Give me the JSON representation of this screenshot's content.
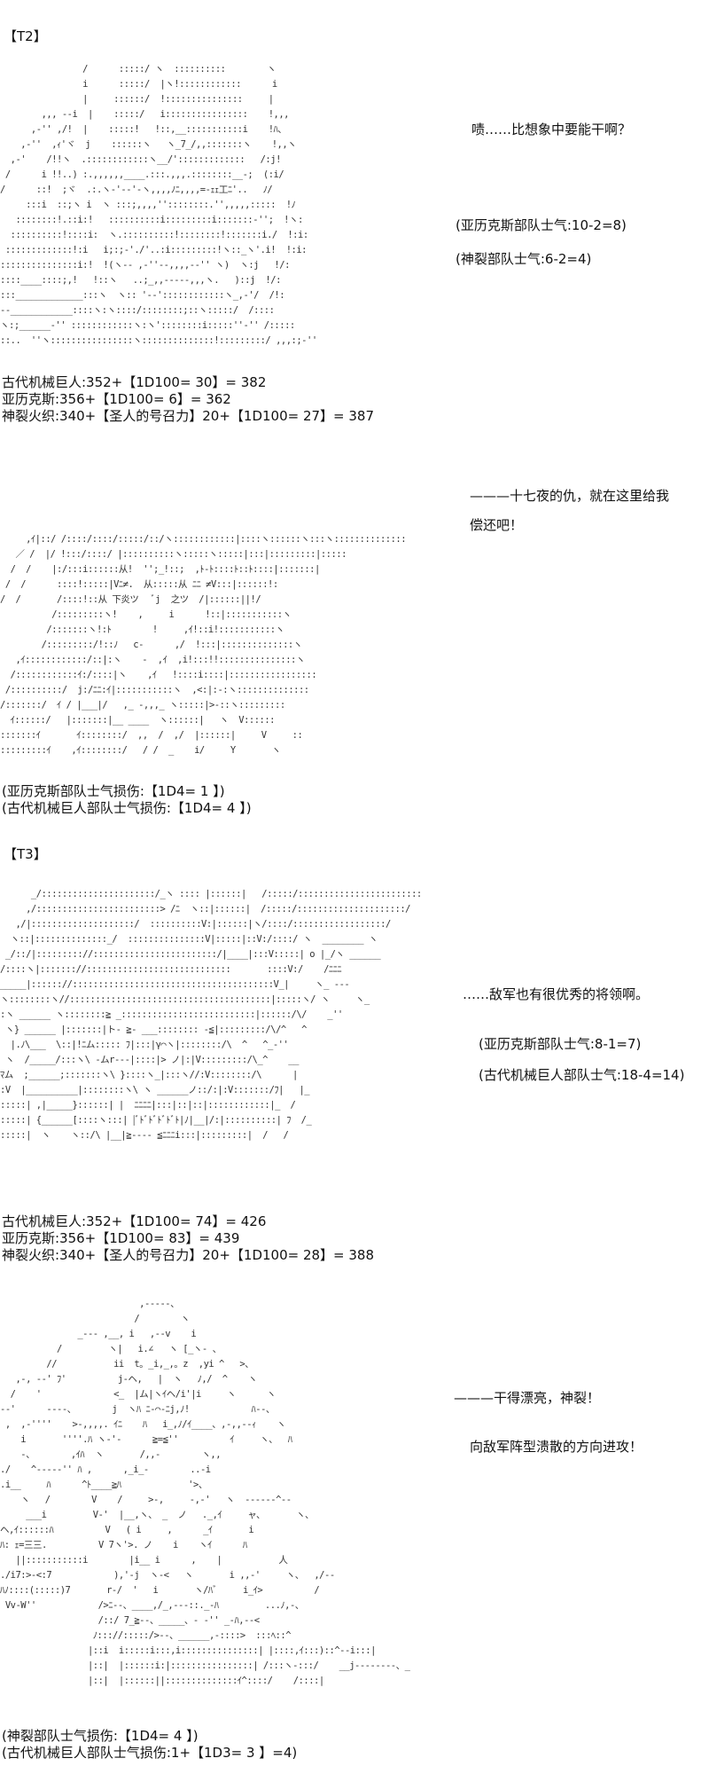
{
  "turn2": {
    "label": "【T2】",
    "art": [
      "                /      :::::/ ヽ  ::::::::::        ヽ",
      "                i      :::::/  |ヽ!::::::::::::      i",
      "                |     ::::::/  !:::::::::::::::     |",
      "        ,,, --i  |    :::::/   i::::::::::::::::    !,,,",
      "      ,-'' ,/!  |    :::::!   !::,__:::::::::::i    !ﾊ、",
      "    ,-''  ,ｨ'ヾ  j    ::::::ヽ   ヽ_7_/,,:::::::ヽ    !,,ヽ",
      "  ,-'    /!!ヽ  .::::::::::::ヽ__/':::::::::::::   /:j!",
      " /      i !!..) :.,,,,,,____.:::.,,,.::::::::__-;  (:i/",
      "/      ::!  ;ヾ  .:.ヽ-'--'-ヽ,,,,ﾉﾆ,,,,=-ｪｪ工ﾆ'..   ﾉ/",
      "     :::i  ::;ヽ i  ヽ :::;,,,,''::::::::.'',,,,,:::::  !ﾉ",
      "   ::::::::!.::i:!   ::::::::::i:::::::::i:::::::-'';  !ヽ:",
      "  ::::::::::!::::i:  ヽ.::::::::::!::::::::!:::::::i./  !:i:",
      " :::::::::::::!:i   i;:;-'./'..:i:::::::::!ヽ::_ヽ'.i!  !:i:",
      ":::::::::::::::i:!  !(ヽ-- ,-''--,,,,--'' ヽ)  ヽ:j   !/:",
      "::::____::::;,!   !::ヽ   ..;_,,-----,,,ヽ.   )::j  !/:",
      ":::_____________:::ヽ  ヽ:: '--'::::::::::::ヽ_,-'/  /!:",
      "--____________::::ヽ:ヽ::::/::::::::;::ヽ:::::/  /::::",
      "ヽ:;______-'' ::::::::::::ヽ:ヽ'::::::::i:::::''-'' /:::::",
      "::..  ''ヽ::::::::::::::::ヽ::::::::::::::!:::::::::/ ,,,:;-''"
    ],
    "quote": "啧……比想象中要能干啊？",
    "morale_alex": "(亚历克斯部队士气:10-2=8)",
    "morale_kanzaki": "(神裂部队士气:6-2=4)",
    "rolls": [
      "古代机械巨人:352+【1D100= 30】= 382",
      "亚历克斯:356+【1D100= 6】= 362",
      "神裂火织:340+【圣人的号召力】20+【1D100= 27】= 387"
    ],
    "art2": [
      "     ,ｲ|::/ /::::/::::/:::::/::/ヽ::::::::::::|::::ヽ::::::ヽ:::ヽ::::::::::::::",
      "   ／ /  |/ !:::/::::/ |::::::::::ヽ:::::ヽ:::::|:::|:::::::::|:::::",
      "  /  /    |:/:::i::::::从!  '';_!::;  ,ﾄ-ﾄ::::ﾄ::ﾄ::::|:::::::|",
      " /  /      ::::!:::::|Vﾆ≠.  从:::::从 ﾆﾆ ≠V:::|::::::!:",
      "/  /       /::::!::从 下炎ツ   ﾞj  之ツ  /|::::::||!/ ",
      "          /:::::::::ヽ!    ,     i      !::|:::::::::::ヽ",
      "         /:::::::ヽ!:ﾄ        !     ,ｲ!::i!:::::::::::ヽ",
      "        /:::::::::/!::ﾉ   c-      ,/  !:::|::::::::::::::ヽ",
      "   ,ｲ::::::::::::/::|:ヽ    -  ,ｲ  ,i!:::!!:::::::::::::::ヽ",
      "  /::::::::::::ｲ:/::::|ヽ    ,ｲ   !::::i::::|:::::::::::::::::",
      " /::::::::::/  j:/ﾆﾆ:ｲ|:::::::::::ヽ  ,<:|:-:ヽ::::::::::::::",
      "/:::::::/  ｲ / |___|/   ,_ -,,,_ ヽ:::::|>-::ヽ:::::::::",
      "  ｲ::::::/   |:::::::|__ ____  ヽ::::::|   ヽ  V::::::",
      ":::::::ｲ       ｲ::::::::/  ,,  /  ,/  |::::::|     V     ::",
      ":::::::::ｲ    ,ｲ::::::::/   / /  _    i/     Y       ヽ"
    ],
    "quote2_line1": "———十七夜的仇，就在这里给我",
    "quote2_line2": "偿还吧！",
    "damage": [
      "(亚历克斯部队士气损伤:【1D4= 1 】)",
      "(古代机械巨人部队士气损伤:【1D4= 4 】)"
    ]
  },
  "turn3": {
    "label": "【T3】",
    "art": [
      "      _/::::::::::::::::::::::/_ヽ :::: |::::::|   /:::::/::::::::::::::::::::::::",
      "     ,/::::::::::::::::::::::::> /ﾆ  ヽ::|::::::|  /:::::/:::::::::::::::::::::/",
      "   ,/|::::::::::::::::::::/  ::::::::::V:|::::::|ヽ/::::/::::::::::::::::::/",
      "  ヽ::|::::::::::::::_/  :::::::::::::::V|:::::|::V:/::::/ ヽ  ________ ヽ",
      " _/::/|::::::::://::::::::::::::::::::::::/|____|:::V:::::| o |_/ヽ ______",
      "/::::ヽ|::::::://::::::::::::::::::::::::::::       ::::V:/    /ﾆﾆﾆ",
      "_____|:::::://:::::::::::::::::::::::::::::::::::::::V_|     ヽ_ ---",
      "ヽ::::::::ヽ//:::::::::::::::::::::::::::::::::::::::|:::::ヽ/ ヽ     ヽ_",
      ":ヽ ______ ヽ::::::::≧ _::::::::::::::::::::::::::|::::::/\\/    _''",
      " ヽ} ______ |:::::::|ト- ≧- ___:::::::: -≦|:::::::::/\\/^   ^",
      "  |.ﾉ\\___  \\::|!ﾆム::::: ﾌ|:::|γ⌒ヽ|::::::::/\\  ^   ^_-''",
      " ヽ  /_____/:::ヽ\\ -ムr---|::::|> ノ|:|V:::::::::/\\_^    __",
      "ﾏム  ;______;:::::::ヽ\\ }::::ヽ_|:::ヽ//:V::::::::/\\      |",
      ":V  |__________|::::::::ヽ\\ ヽ ______ノ::/:|:V:::::::/ﾌ|   |_",
      ":::::| ,|_____}::::::| |  ﾆﾆﾆﾆ|:::|::|::|::::::::::::|_  /",
      ":::::| {______[::::ヽ:::| |ﾞﾄﾞﾄﾞﾄﾞﾄﾞﾄ|ﾉ|__|/:|::::::::::| ﾌ  /_",
      ":::::|  ヽ    ヽ::/\\ |__|≧---- ≦ﾆﾆﾆi:::|:::::::::|  /   /"
    ],
    "quote": "……敌军也有很优秀的将领啊。",
    "morale_alex": "(亚历克斯部队士气:8-1=7)",
    "morale_giant": "(古代机械巨人部队士气:18-4=14)",
    "rolls": [
      "古代机械巨人:352+【1D100= 74】= 426",
      "亚历克斯:356+【1D100= 83】= 439",
      "神裂火织:340+【圣人的号召力】20+【1D100= 28】= 388"
    ],
    "art2": [
      "                           ,-----、",
      "                          /        ヽ",
      "               _--- ,__, i   ,--v    i",
      "           /         ヽ|   i.∠   ヽ [_ヽ- 、",
      "         //           ii  t。_i,_,。z  ,yi ^   >、",
      "   ,-, --' ﾌ'          j-ヘ,   |  ヽ   ﾉ,/  ^    ヽ",
      "  /    '              <_  |ム|ヽｲヘ/i'|i     ヽ      ヽ",
      "--'      ----、       j  ヽﾊ ﾆ-⌒-ﾆj,ﾉ!            ﾊ--、",
      " ,  ,-''''    >-,,,,. ｲﾆ    ﾊ   i_,ﾉ/ｲ____、,-,,--ｨ    ヽ",
      "    i       ''''.ﾊ ヽ-'-      ≧=≦''          ｲ     ヽ、  ﾊ",
      "    -、       ,ｲﾊ  ヽ       /,,-        ヽ,,",
      "./    ^-----'' ﾊ ,      ,_i_-        ..-i",
      ".i__     ﾊ      ^ﾄ____≧ﾊ             '>、",
      "    ヽ   /        V    /     >-,     -,-'   ヽ  ------^--",
      "     ___i         V-'  |__,ヽ、 _  ノ   ._,ｲ     ャ、      ヽ、",
      "ヘ,ｲ::::::ﾊ          V   ( i     ,      _ｲ       i",
      "ﾊ: ｪ=三三.          V 7ヽ'>. ノ    i    ヽｲ      ﾊ",
      "   ||:::::::::::i        |i__ i      ,    |           人",
      "./i7:>-<:7            ),'-j  ヽ-<   ヽ       i ,,-'     ヽ、  ,/--",
      "ﾊﾉ::::(:::::)7       r-/  '   i       ヽ/ﾊﾞ     i_ｲ>          /",
      " Vv-W''            />ﾆ--、____,/_,---::._-ﾊ         ...ﾉ,-、",
      "                   /::/ 7_≧--、_____、- -'' _-ﾊ,--<",
      "                  ﾉ::://:::::/>--、______,-::::>  :::ﾍ::^",
      "                 |::i  i:::::i:::,i:::::::::::::::| |::::,ｲ:::)::^--i:::|",
      "                 |::|  |::::::i:|::::::::::::::::| /:::ヽ-:::/    __j--------、_",
      "                 |::|  |::::::||::::::::::::::ｲ^::::/    /::::|"
    ],
    "quote2_line1": "———干得漂亮，神裂！",
    "quote2_line2": "向敌军阵型溃散的方向进攻！",
    "damage": [
      "(神裂部队士气损伤:【1D4= 4 】)",
      "(古代机械巨人部队士气损伤:1+【1D3= 3 】=4)"
    ]
  }
}
